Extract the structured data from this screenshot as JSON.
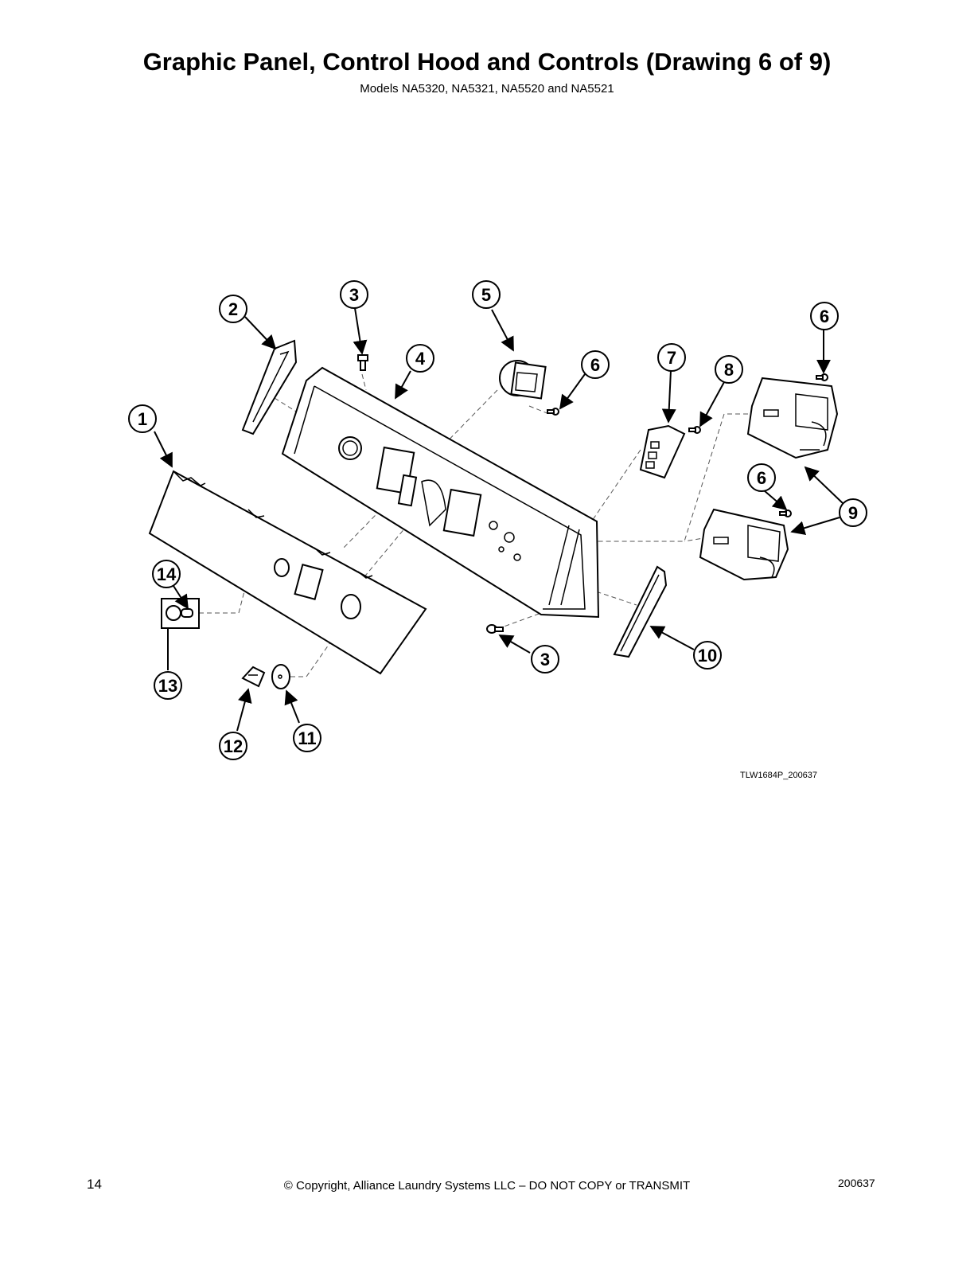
{
  "header": {
    "title": "Graphic Panel, Control Hood and Controls (Drawing 6 of 9)",
    "subtitle": "Models NA5320, NA5321, NA5520 and NA5521"
  },
  "diagram": {
    "drawing_id": "TLW1684P_200637",
    "callouts": [
      "1",
      "2",
      "3",
      "4",
      "5",
      "6",
      "6",
      "7",
      "8",
      "6",
      "9",
      "3",
      "10",
      "11",
      "12",
      "13",
      "14"
    ]
  },
  "footer": {
    "page_number": "14",
    "copyright": "© Copyright, Alliance Laundry Systems LLC – DO NOT COPY or TRANSMIT",
    "document_number": "200637"
  }
}
